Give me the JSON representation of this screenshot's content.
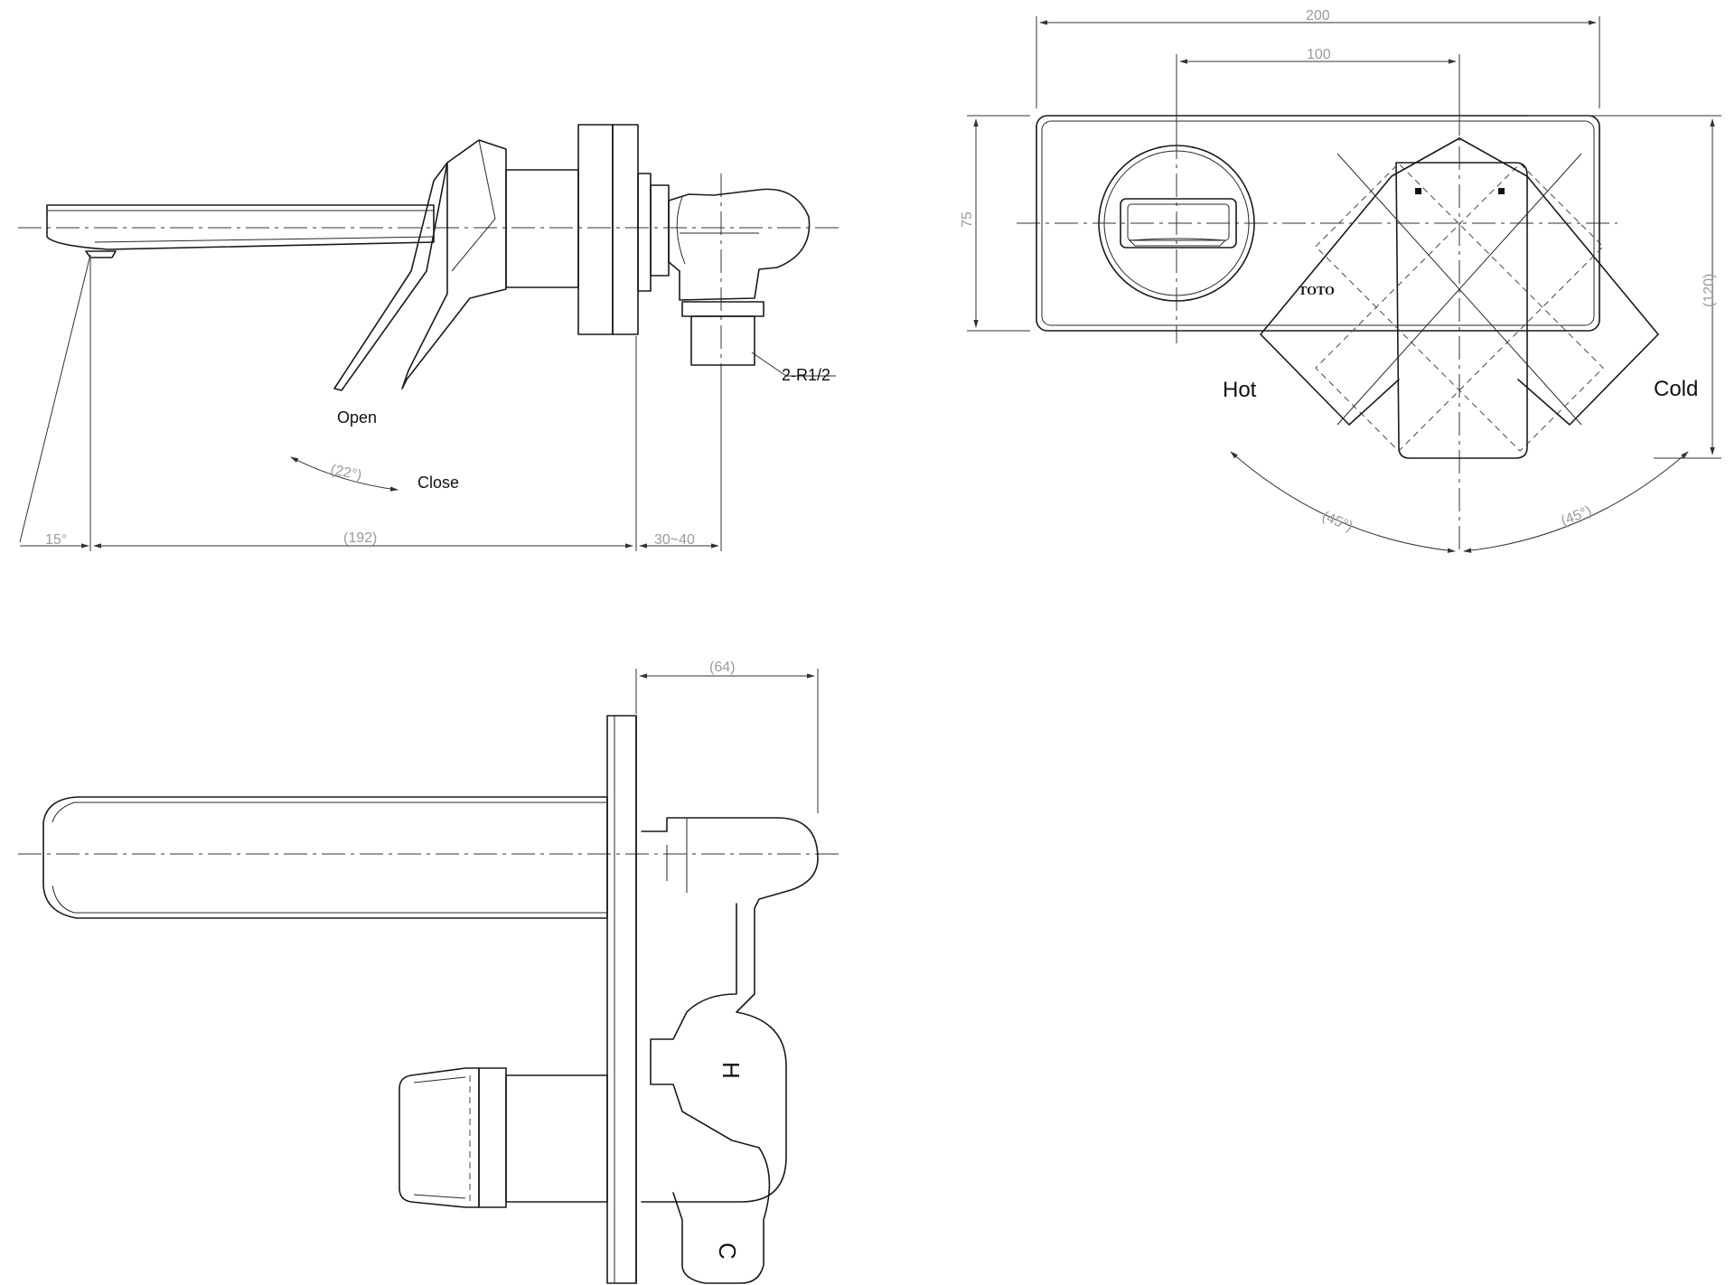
{
  "side_view": {
    "dim_angle_spout": "15°",
    "dim_length": "(192)",
    "dim_wall": "30~40",
    "dim_lever_angle": "(22°)",
    "label_open": "Open",
    "label_close": "Close",
    "label_thread": "2-R1/2"
  },
  "front_view": {
    "dim_width": "200",
    "dim_centers": "100",
    "dim_height": "75",
    "dim_lever_height": "(120)",
    "dim_hot_angle": "(45°)",
    "dim_cold_angle": "(45°)",
    "label_hot": "Hot",
    "label_cold": "Cold",
    "brand": "TOTO"
  },
  "top_view": {
    "dim_depth": "(64)",
    "mark_hot": "H",
    "mark_cold": "C"
  }
}
